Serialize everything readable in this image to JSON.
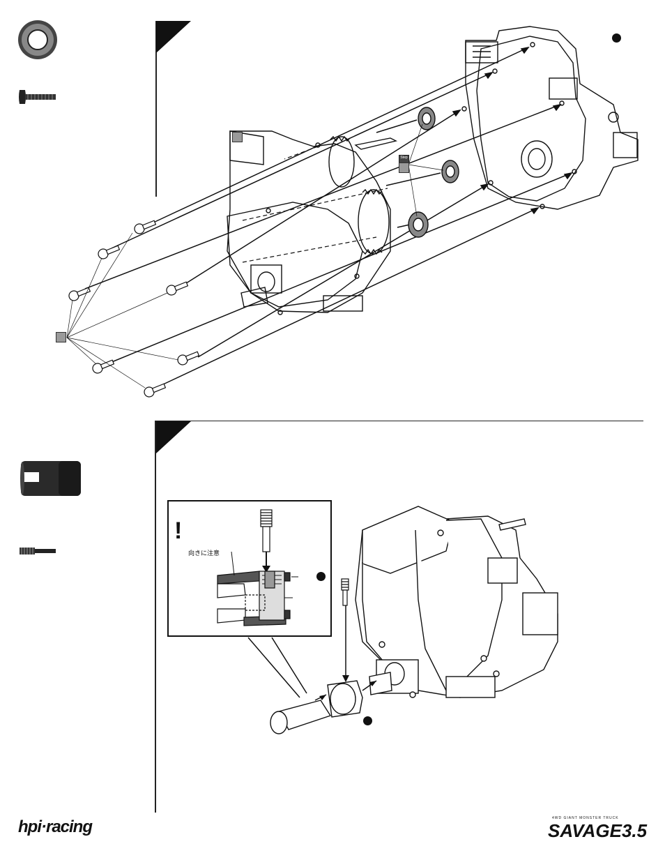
{
  "note": {
    "text": "向きに注意"
  },
  "badge": {
    "text": "Step"
  },
  "footer": {
    "brand_left": "hpi·racing",
    "brand_right": "SAVAGE3.5",
    "brand_right_sub": "4WD GIANT MONSTER TRUCK"
  },
  "colors": {
    "ink": "#111111",
    "marker_gray": "#9a9a9a",
    "part_dark": "#3a3a3a"
  }
}
